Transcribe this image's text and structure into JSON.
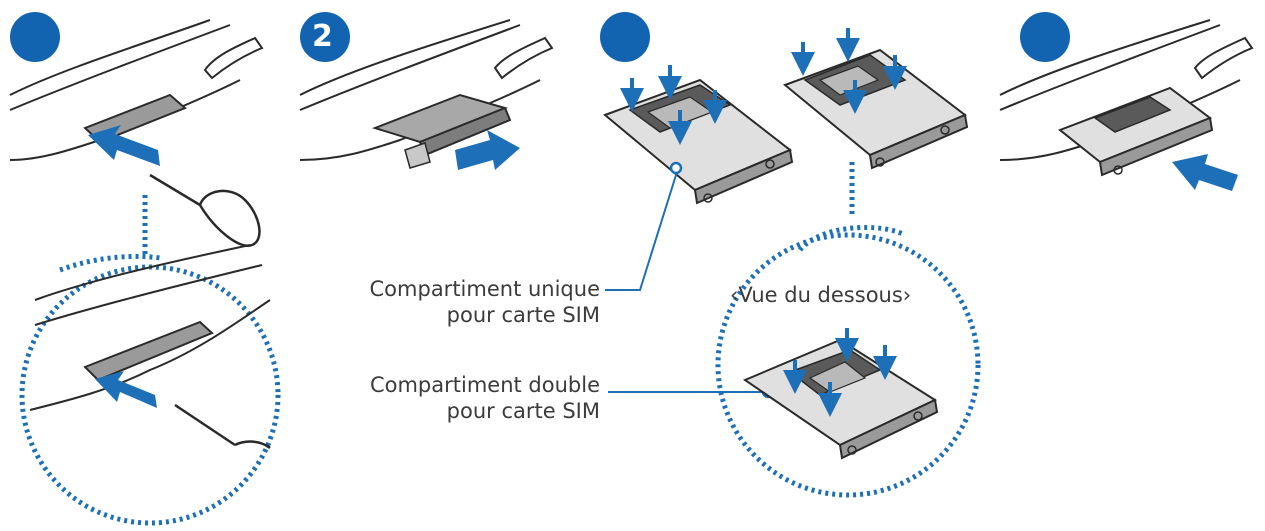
{
  "colors": {
    "badge": "#1264b0",
    "arrow": "#1d6fb8",
    "dotted": "#1d6fb8",
    "outline": "#2a2a2a",
    "tray": "#d9d9d9",
    "tray_dark": "#8c8c8c",
    "text": "#3b3b3b"
  },
  "steps": [
    {
      "number": ""
    },
    {
      "number": "2"
    },
    {
      "number": ""
    },
    {
      "number": ""
    }
  ],
  "labels": {
    "single_tray_line1": "Compartiment unique",
    "single_tray_line2": "pour carte SIM",
    "dual_tray_line1": "Compartiment double",
    "dual_tray_line2": "pour carte SIM",
    "bottom_view": "‹Vue du dessous›"
  },
  "icons": [
    "step-badge",
    "push-arrow",
    "eject-pin",
    "pull-arrow",
    "insert-arrow",
    "sim-card",
    "magnify-callout"
  ]
}
